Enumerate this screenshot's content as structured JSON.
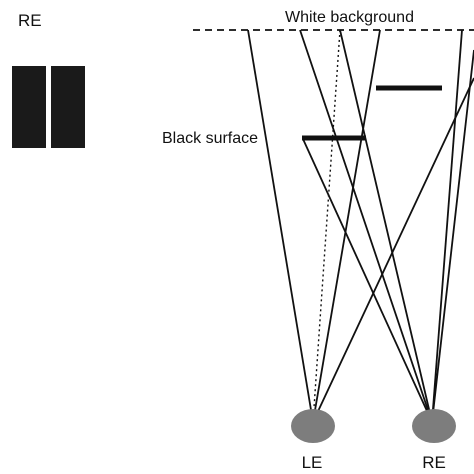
{
  "labels": {
    "re_view_label": "RE",
    "white_background": "White background",
    "black_surface": "Black surface",
    "left_eye": "LE",
    "right_eye": "RE"
  },
  "colors": {
    "ink": "#111111",
    "eye_fill": "#7d7d7d",
    "panel_fill": "#1a1a1a",
    "background": "#ffffff"
  }
}
